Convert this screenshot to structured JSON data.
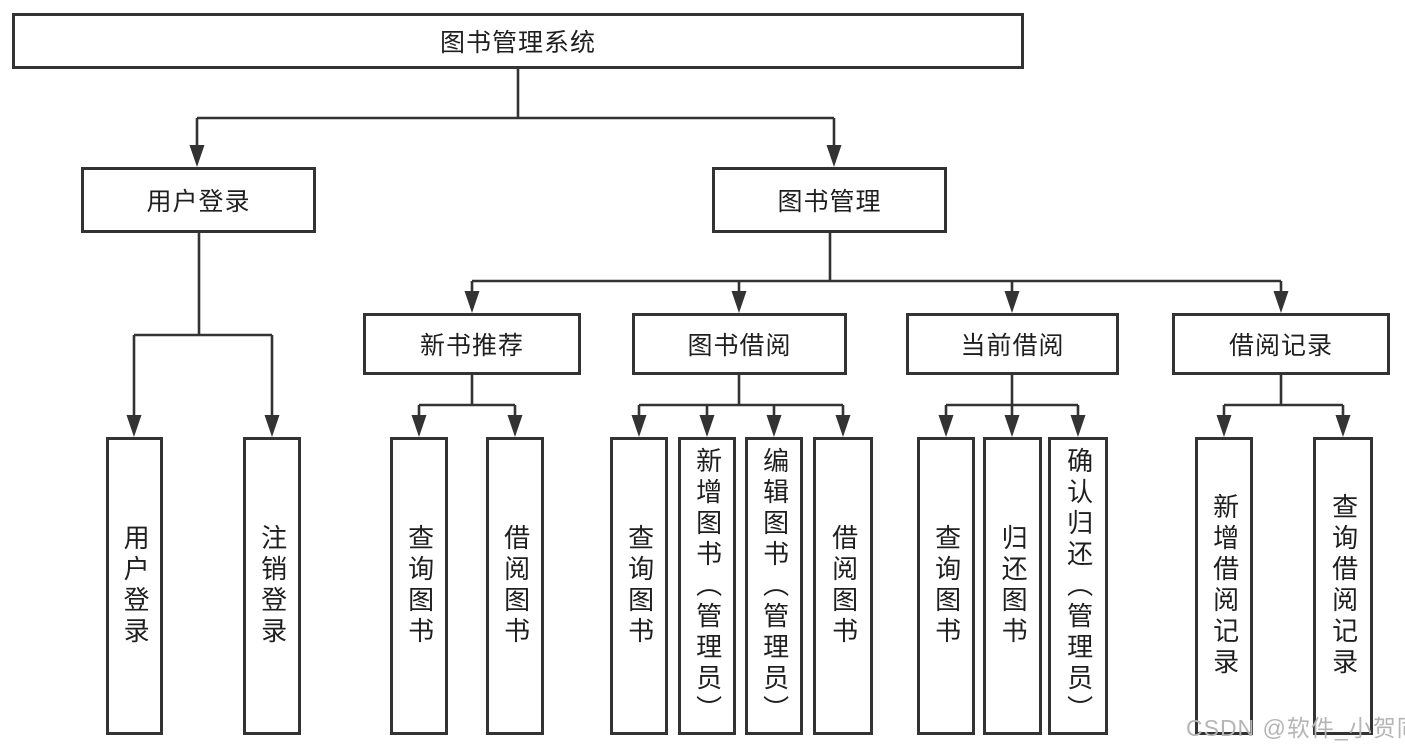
{
  "tree": {
    "root": {
      "label": "图书管理系统"
    },
    "branches": [
      {
        "label": "用户登录",
        "children": [
          {
            "label": "用户登录"
          },
          {
            "label": "注销登录"
          }
        ]
      },
      {
        "label": "图书管理",
        "groups": [
          {
            "label": "新书推荐",
            "children": [
              {
                "label": "查询图书"
              },
              {
                "label": "借阅图书"
              }
            ]
          },
          {
            "label": "图书借阅",
            "children": [
              {
                "label": "查询图书"
              },
              {
                "label": "新增图书（管理员）"
              },
              {
                "label": "编辑图书（管理员）"
              },
              {
                "label": "借阅图书"
              }
            ]
          },
          {
            "label": "当前借阅",
            "children": [
              {
                "label": "查询图书"
              },
              {
                "label": "归还图书"
              },
              {
                "label": "确认归还（管理员）"
              }
            ]
          },
          {
            "label": "借阅记录",
            "children": [
              {
                "label": "新增借阅记录"
              },
              {
                "label": "查询借阅记录"
              }
            ]
          }
        ]
      }
    ]
  },
  "watermark": {
    "text": "CSDN @软件_小贺同学"
  },
  "colors": {
    "line": "#333333",
    "text": "#1f1f1f",
    "background": "#ffffff",
    "watermark": "#b5b5b5"
  }
}
